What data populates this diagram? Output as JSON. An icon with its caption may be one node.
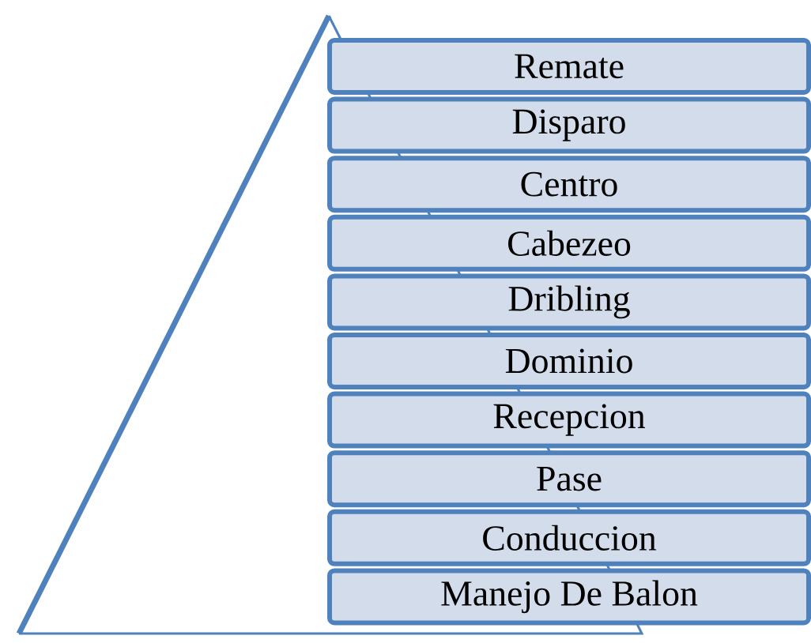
{
  "diagram": {
    "nodes": [
      {
        "text": [],
        "shape": "triangle"
      },
      {
        "text": [
          "Remate"
        ]
      },
      {
        "text": [
          "Disparo"
        ]
      },
      {
        "text": [
          "Centro"
        ]
      },
      {
        "text": [
          "Cabezeo"
        ]
      },
      {
        "text": [
          "Dribling"
        ]
      },
      {
        "text": [
          "Dominio"
        ]
      },
      {
        "text": [
          "Recepcion"
        ]
      },
      {
        "text": [
          "Pase"
        ]
      },
      {
        "text": [
          "Conduccion"
        ]
      },
      {
        "text": [
          "Manejo De Balon"
        ]
      }
    ]
  }
}
